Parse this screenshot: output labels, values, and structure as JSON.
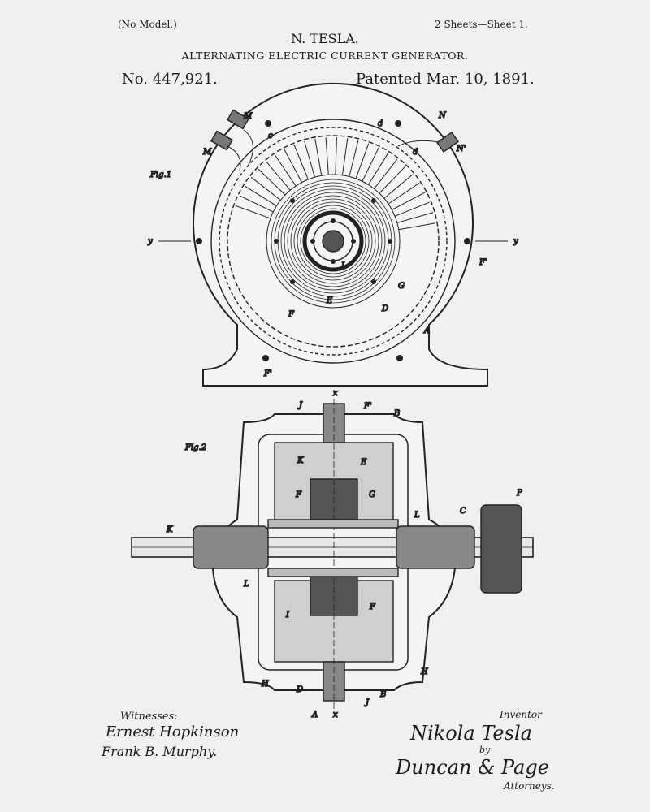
{
  "header": {
    "model_note": "(No Model.)",
    "sheets": "2 Sheets—Sheet 1.",
    "inventor": "N. TESLA.",
    "title": "ALTERNATING ELECTRIC CURRENT GENERATOR.",
    "patent_number": "No. 447,921.",
    "patent_date": "Patented Mar. 10, 1891."
  },
  "figures": {
    "fig1": {
      "label": "Fig.1",
      "letters": [
        "M",
        "M",
        "c",
        "N",
        "N'",
        "d",
        "d",
        "y",
        "y",
        "F'",
        "L",
        "G",
        "E",
        "D",
        "F",
        "A",
        "F'"
      ]
    },
    "fig2": {
      "label": "Fig.2",
      "letters": [
        "x",
        "F'",
        "J",
        "B",
        "K",
        "E",
        "F",
        "G",
        "P",
        "C",
        "L",
        "K",
        "L",
        "I",
        "F",
        "H",
        "D",
        "H",
        "J",
        "B",
        "A",
        "x"
      ]
    }
  },
  "footer": {
    "witnesses_label": "Witnesses:",
    "witness_1": "Ernest Hopkinson",
    "witness_2": "Frank B. Murphy.",
    "inventor_label": "Inventor",
    "inventor_signature": "Nikola Tesla",
    "by": "by",
    "attorney_signature": "Duncan & Page",
    "attorneys_label": "Attorneys."
  }
}
